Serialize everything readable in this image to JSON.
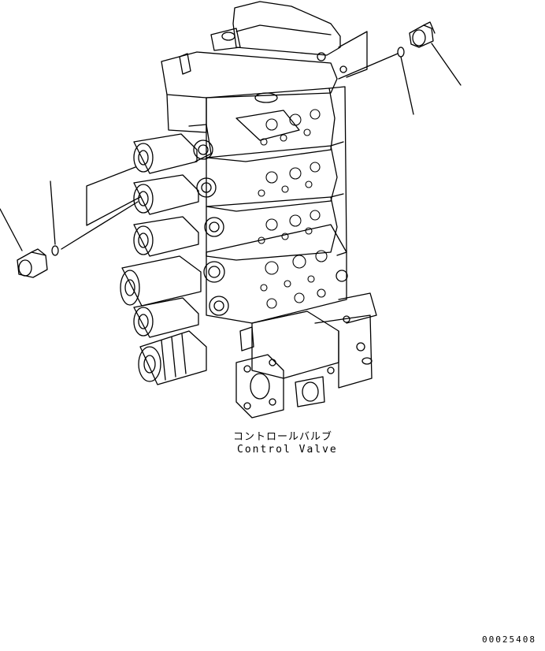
{
  "caption": {
    "japanese": "コントロールバルブ",
    "english": "Control Valve"
  },
  "drawing_number": "00025408",
  "colors": {
    "line": "#000000",
    "background": "#ffffff"
  }
}
